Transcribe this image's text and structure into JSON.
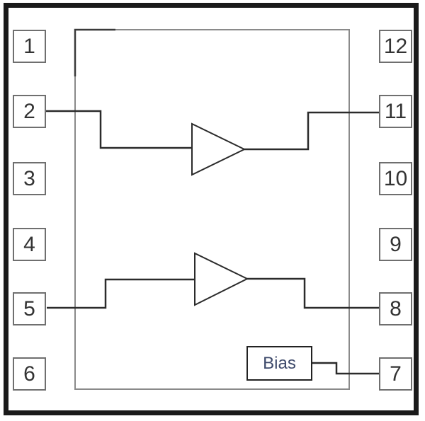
{
  "diagram": {
    "kind": "ic-pinout-dual-amplifier",
    "pin_count": 12,
    "amplifier_count": 2,
    "pins_left": [
      {
        "number": "1"
      },
      {
        "number": "2"
      },
      {
        "number": "3"
      },
      {
        "number": "4"
      },
      {
        "number": "5"
      },
      {
        "number": "6"
      }
    ],
    "pins_right": [
      {
        "number": "12"
      },
      {
        "number": "11"
      },
      {
        "number": "10"
      },
      {
        "number": "9"
      },
      {
        "number": "8"
      },
      {
        "number": "7"
      }
    ],
    "bias_block": {
      "label": "Bias"
    },
    "connections": [
      "pin2-to-amp1-input",
      "amp1-output-to-pin11",
      "pin5-to-amp2-input",
      "amp2-output-to-pin8",
      "bias-to-pin7"
    ],
    "colors": {
      "background": "#ffffff",
      "outer_border": "#1a1a1a",
      "inner_border": "#8a8a8a",
      "pin_border": "#6f6f6f",
      "pin_text": "#333333",
      "wire": "#2b2b2b",
      "bias_text": "#3e4a6b"
    }
  }
}
